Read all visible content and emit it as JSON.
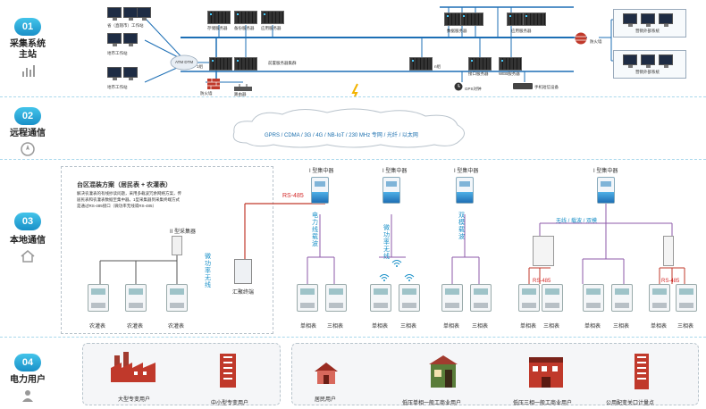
{
  "sections": [
    {
      "number": "01",
      "title_line1": "采集系统",
      "title_line2": "主站"
    },
    {
      "number": "02",
      "title_line1": "远程通信",
      "title_line2": ""
    },
    {
      "number": "03",
      "title_line1": "本地通信",
      "title_line2": ""
    },
    {
      "number": "04",
      "title_line1": "电力用户",
      "title_line2": ""
    }
  ],
  "master": {
    "clients_left": [
      "省（直辖市）工作站",
      "地市工作站",
      "地市工作站"
    ],
    "atm": "ATM DTM",
    "servers_top": [
      "存储服务器",
      "备份服务器",
      "应用服务器"
    ],
    "servers_mid_label": "前置服务器集群",
    "firewall_left": "防火墙",
    "router": "路由器",
    "mid_left_label": "1组",
    "mid_right_label": "n组",
    "right_top": [
      "数据服务器",
      "应用服务器"
    ],
    "right_mid": [
      "接口服务器",
      "WEB服务器"
    ],
    "gps": "GPS对钟",
    "sms": "手机短信设备",
    "firewall_right": "防火墙",
    "external_sys1": "营销外部系统",
    "external_sys2": "营销外部系统"
  },
  "remote": {
    "channels": "GPRS / CDMA / 3G / 4G / NB-IoT / 230 MHz 专网 / 光纤 / 以太网"
  },
  "local": {
    "scheme_title": "台区混装方案（居民表 + 农灌表）",
    "scheme_desc_1": "解决农灌表的有线抄读问题，采用多载波冗余网络方案，传",
    "scheme_desc_2": "居民表和农灌表数据至集中器。1型采集器到采集终端方式",
    "scheme_desc_3": "是通过RS-485接口（微功率无线或RS-485）",
    "collector_label": "II 型采集器",
    "wireless_label": "微功率无线",
    "terminal_label": "汇聚终端",
    "farm_meters": [
      "农灌表",
      "农灌表",
      "农灌表"
    ],
    "rs485": "RS-485",
    "concentrators": [
      "I 型集中器",
      "I 型集中器",
      "I 型集中器",
      "I 型集中器"
    ],
    "channel_plc": "电力线载波",
    "channel_micro": "微功率无线",
    "channel_dual": "双模载波",
    "channel_mix": "无线 / 载波 / 双模",
    "single_phase": "单相表",
    "three_phase": "三相表",
    "rs485_b": "RS-485",
    "rs485_c": "RS-485"
  },
  "users": [
    {
      "label": "大型专变用户",
      "icon": "factory-icon"
    },
    {
      "label": "中小型专变用户",
      "icon": "building-icon"
    },
    {
      "label": "居民用户",
      "icon": "house-icon"
    },
    {
      "label": "低压单相一般工商业用户",
      "icon": "shop-icon"
    },
    {
      "label": "低压三相一般工商业用户",
      "icon": "store-icon"
    },
    {
      "label": "公用配变关口计量点",
      "icon": "tower-icon"
    }
  ],
  "colors": {
    "accent": "#1a90c8",
    "line_blue": "#1d6fb5",
    "line_purple": "#8e5aa8",
    "line_red": "#c0392b",
    "rs485": "#d42b2b"
  }
}
